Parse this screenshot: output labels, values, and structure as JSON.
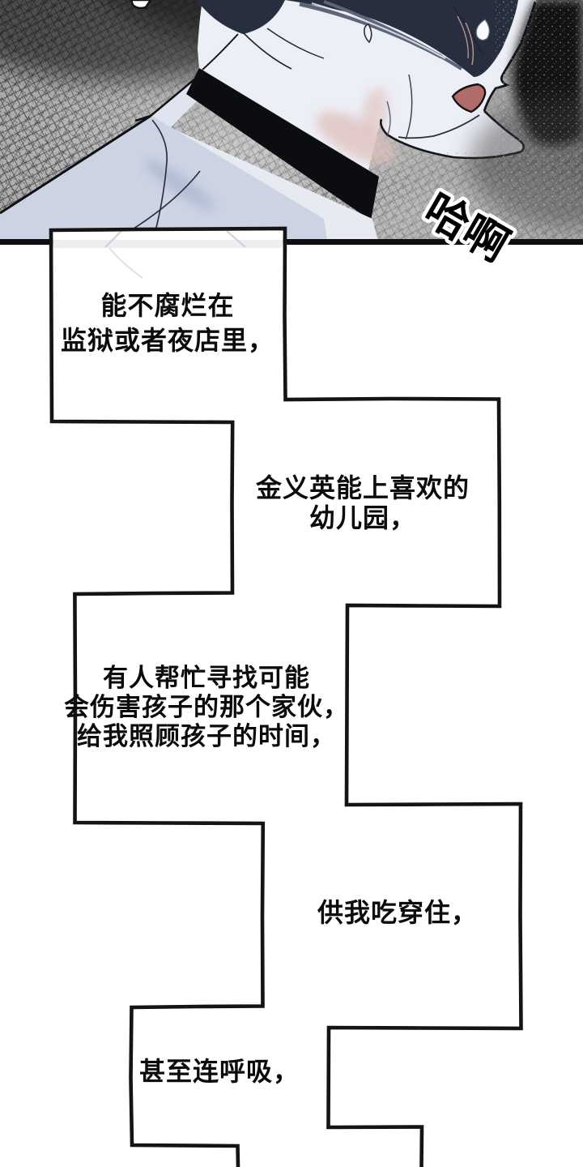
{
  "scene": {
    "sfx": "哈啊",
    "narration": [
      {
        "lines": [
          "能不腐烂在",
          "监狱或者夜店里，"
        ]
      },
      {
        "lines": [
          "金义英能上喜欢的",
          "幼儿园，"
        ]
      },
      {
        "lines": [
          "有人帮忙寻找可能",
          "会伤害孩子的那个家伙，",
          "给我照顾孩子的时间，"
        ]
      },
      {
        "lines": [
          "供我吃穿住，"
        ]
      },
      {
        "lines": [
          "甚至连呼吸，"
        ]
      }
    ],
    "colors": {
      "page_background": "#ffffff",
      "ink": "#121212",
      "panel_text": "#0b0b0d",
      "background_gray": "#a8a8a8",
      "background_dark": "#0c0c0e",
      "skin": "#edeff6",
      "hair_dark": "#272e3d",
      "hair_highlight": "#5d6679",
      "mouth": "#b26b6b",
      "collar_black": "#0b0d11",
      "shirt": "#e8eaf1",
      "shoulder": "#ccd3e3",
      "shoulder_shadow": "#aebad2",
      "chest_tint": "#dfc0bc",
      "sfx_fill": "#000000",
      "sfx_outline": "#ffffff"
    }
  }
}
